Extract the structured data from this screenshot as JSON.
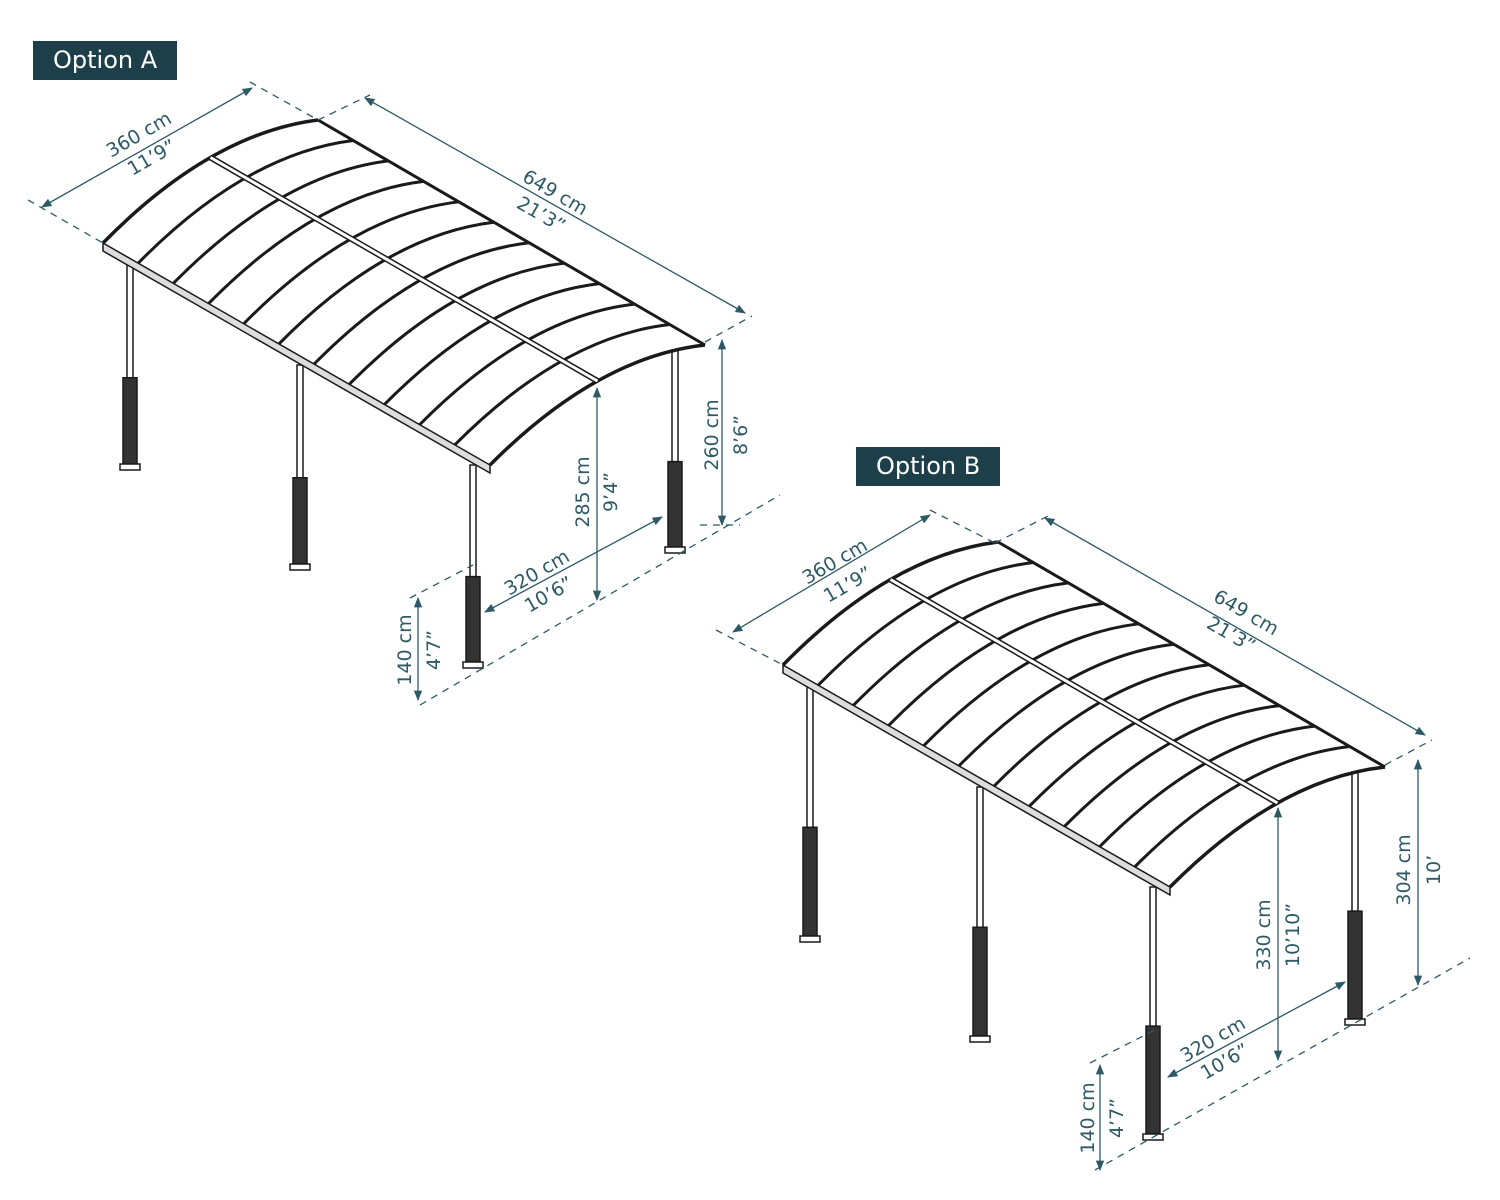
{
  "options": [
    {
      "label": "Option A",
      "width_cm": "360 cm",
      "width_ft": "11’9”",
      "length_cm": "649 cm",
      "length_ft": "21’3”",
      "back_height_cm": "260 cm",
      "back_height_ft": "8’6”",
      "front_height_cm": "285 cm",
      "front_height_ft": "9’4”",
      "depth_cm": "320 cm",
      "depth_ft": "10’6”",
      "pedestal_cm": "140 cm",
      "pedestal_ft": "4’7”"
    },
    {
      "label": "Option B",
      "width_cm": "360 cm",
      "width_ft": "11’9”",
      "length_cm": "649 cm",
      "length_ft": "21’3”",
      "back_height_cm": "304 cm",
      "back_height_ft": "10’",
      "front_height_cm": "330 cm",
      "front_height_ft": "10’10”",
      "depth_cm": "320 cm",
      "depth_ft": "10’6”",
      "pedestal_cm": "140 cm",
      "pedestal_ft": "4’7”"
    }
  ],
  "colors": {
    "label_bg": "#1c3f4a",
    "dimension": "#2e5a66",
    "structure": "#1a1a1a"
  }
}
